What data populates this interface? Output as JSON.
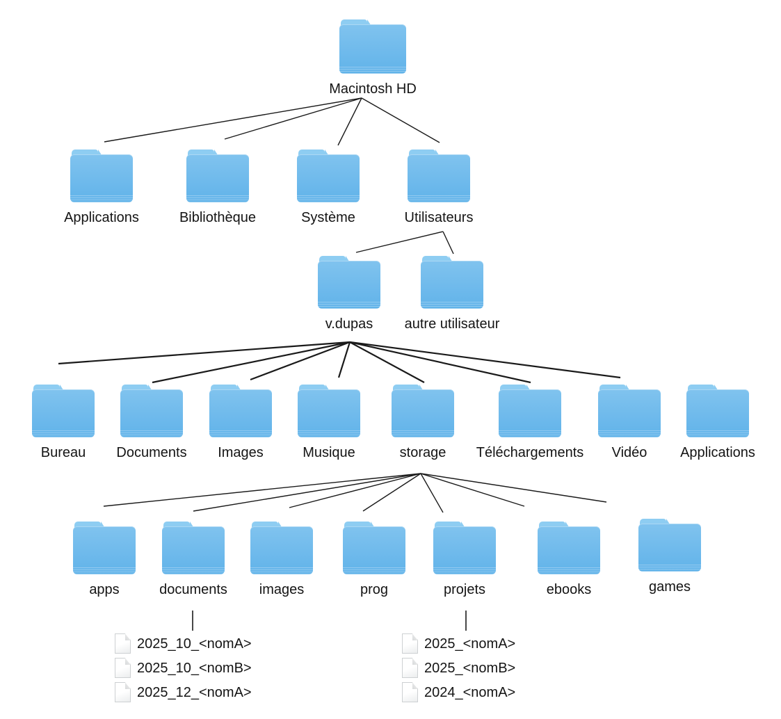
{
  "diagram": {
    "root": {
      "label": "Macintosh HD"
    },
    "level1": [
      {
        "label": "Applications"
      },
      {
        "label": "Bibliothèque"
      },
      {
        "label": "Système"
      },
      {
        "label": "Utilisateurs"
      }
    ],
    "users": [
      {
        "label": "v.dupas"
      },
      {
        "label": "autre utilisateur"
      }
    ],
    "home": [
      {
        "label": "Bureau"
      },
      {
        "label": "Documents"
      },
      {
        "label": "Images"
      },
      {
        "label": "Musique"
      },
      {
        "label": "storage"
      },
      {
        "label": "Téléchargements"
      },
      {
        "label": "Vidéo"
      },
      {
        "label": "Applications"
      }
    ],
    "storage_children": [
      {
        "label": "apps"
      },
      {
        "label": "documents"
      },
      {
        "label": "images"
      },
      {
        "label": "prog"
      },
      {
        "label": "projets"
      },
      {
        "label": "ebooks"
      },
      {
        "label": "games"
      }
    ],
    "files_documents": [
      "2025_10_<nomA>",
      "2025_10_<nomB>",
      "2025_12_<nomA>"
    ],
    "files_projets": [
      "2025_<nomA>",
      "2025_<nomB>",
      "2024_<nomA>"
    ]
  },
  "icons": {
    "folder": "blue macOS folder",
    "file": "white document page with folded corner"
  },
  "colors": {
    "background": "#ffffff",
    "folder_tab": "#8ecdf2",
    "folder_body_top": "#80c3ee",
    "folder_body_bottom": "#61b3e9",
    "connector": "#1a1a1a",
    "label_text": "#141414"
  }
}
